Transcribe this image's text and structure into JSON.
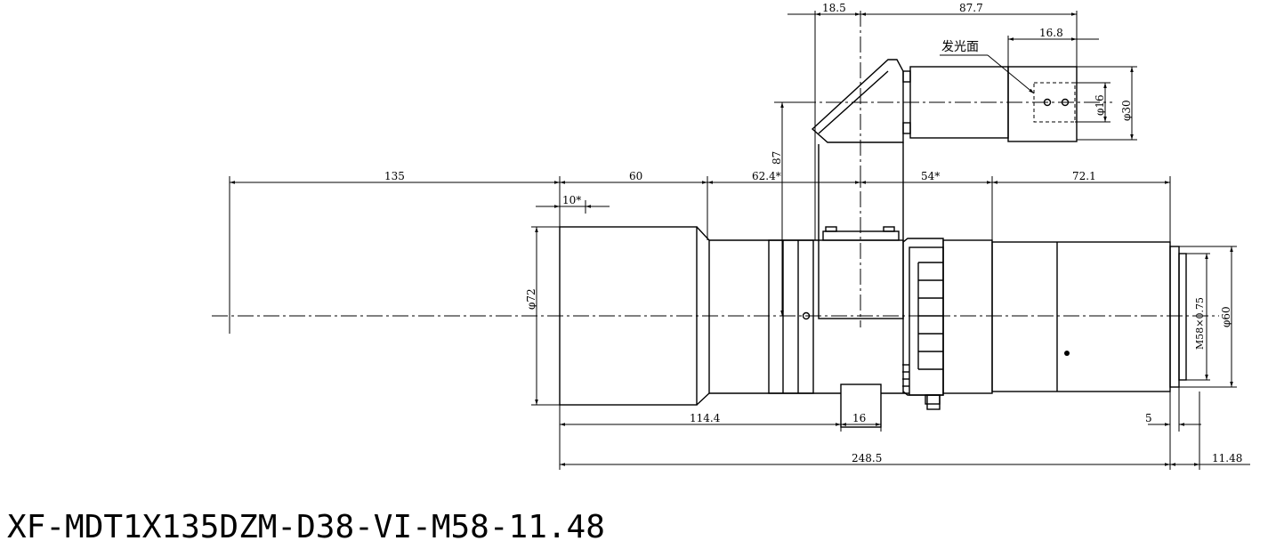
{
  "title": "XF-MDT1X135DZM-D38-VI-M58-11.48",
  "labels": {
    "emitting_face": "发光面"
  },
  "dimensions": {
    "d18_5": "18.5",
    "d87_7": "87.7",
    "d16_8": "16.8",
    "d87": "87",
    "d16_dia": "φ16",
    "d30_dia": "φ30",
    "d135": "135",
    "d60": "60",
    "d62_4": "62.4*",
    "d54": "54*",
    "d72_1": "72.1",
    "d10": "10*",
    "d72_dia": "φ72",
    "d58_thread": "M58×0.75",
    "d60_dia": "φ60",
    "d114_4": "114.4",
    "d16": "16",
    "d5": "5",
    "d248_5": "248.5",
    "d11_48": "11.48"
  }
}
